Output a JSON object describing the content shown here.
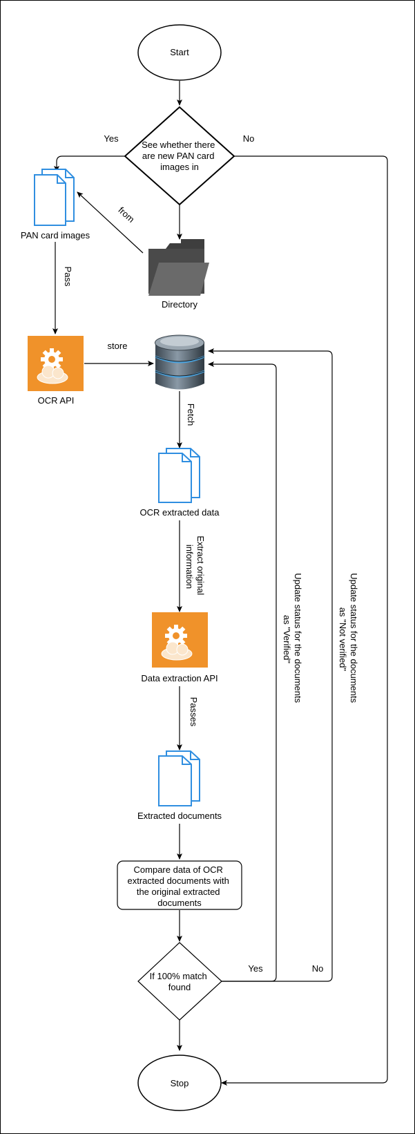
{
  "diagram": {
    "nodes": {
      "start": "Start",
      "decision_new_images": [
        "See whether there",
        "are new PAN card",
        "images in"
      ],
      "pan_card_images": "PAN card images",
      "directory": "Directory",
      "ocr_api": "OCR API",
      "ocr_extracted_data": "OCR extracted data",
      "data_extraction_api": "Data extraction API",
      "extracted_documents": "Extracted documents",
      "compare": [
        "Compare data of OCR",
        "extracted documents with",
        "the original extracted",
        "documents"
      ],
      "decision_match": [
        "If 100% match",
        "found"
      ],
      "stop": "Stop"
    },
    "edge_labels": {
      "yes_top": "Yes",
      "no_top": "No",
      "from": "from",
      "pass": "Pass",
      "store": "store",
      "fetch": "Fetch",
      "extract_original": [
        "Extract original",
        "information"
      ],
      "passes": "Passes",
      "yes_bottom": "Yes",
      "no_bottom": "No",
      "update_verified": [
        "Update status for the documents",
        "as \"Verified\""
      ],
      "update_not_verified": [
        "Update status for the documents",
        "as \"Not verified\""
      ]
    }
  },
  "colors": {
    "doc_icon": "#2f8ee0",
    "api_tile": "#f0922a",
    "folder": "#4a4a4a",
    "database": "#5a6b78",
    "db_ring": "#4aa3df",
    "line": "#000000"
  },
  "icons": {
    "documents": "documents-icon",
    "folder": "folder-icon",
    "api": "gear-cloud-icon",
    "database": "database-icon"
  }
}
